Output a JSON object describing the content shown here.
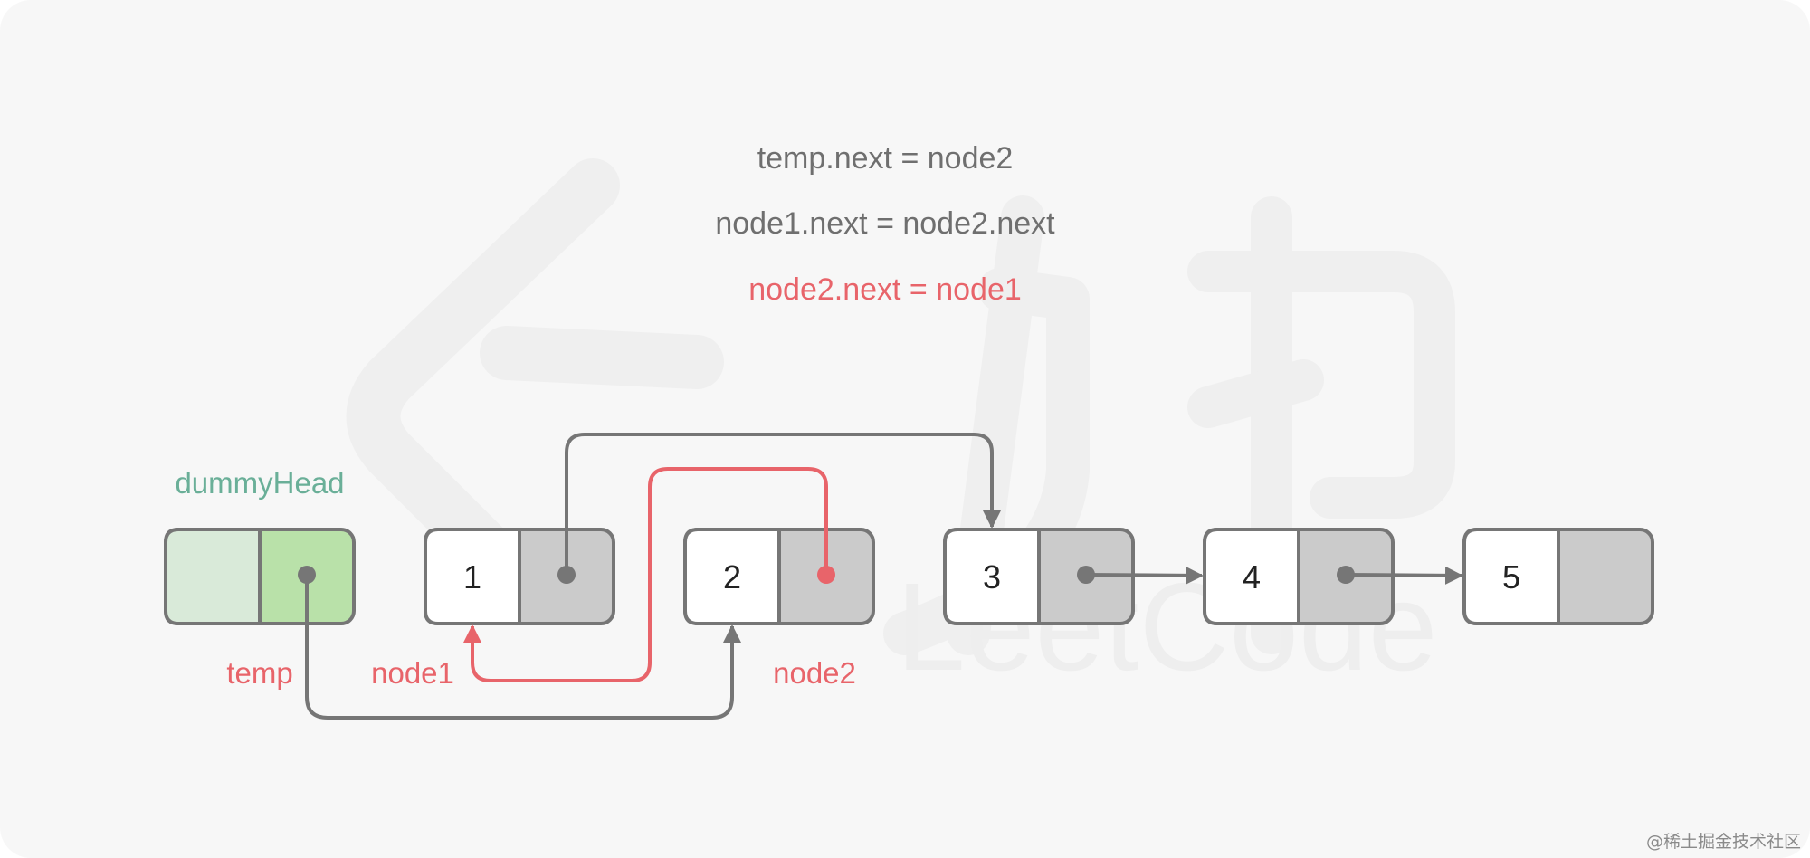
{
  "code_lines": [
    {
      "text": "temp.next = node2",
      "highlight": false
    },
    {
      "text": "node1.next = node2.next",
      "highlight": false
    },
    {
      "text": "node2.next = node1",
      "highlight": true
    }
  ],
  "dummy_head": {
    "label": "dummyHead"
  },
  "nodes": [
    {
      "value": "1"
    },
    {
      "value": "2"
    },
    {
      "value": "3"
    },
    {
      "value": "4"
    },
    {
      "value": "5"
    }
  ],
  "pointer_labels": {
    "temp": "temp",
    "node1": "node1",
    "node2": "node2"
  },
  "watermark": {
    "text": "LeetCode",
    "icon": "leetcode-logo-watermark-icon",
    "chinese_chars": "力扣"
  },
  "credit": "@稀土掘金技术社区",
  "colors": {
    "background": "#f7f7f7",
    "code_text": "#6f6f6f",
    "highlight": "#e8646a",
    "dummy_label": "#6aaf98",
    "node_border": "#767676",
    "node_value_cell": "#ffffff",
    "node_pointer_cell": "#cbcbcb",
    "dummy_value_cell": "#d9ead9",
    "dummy_pointer_cell": "#b9e1a9",
    "arrow_gray": "#767676",
    "watermark": "#efefef"
  }
}
